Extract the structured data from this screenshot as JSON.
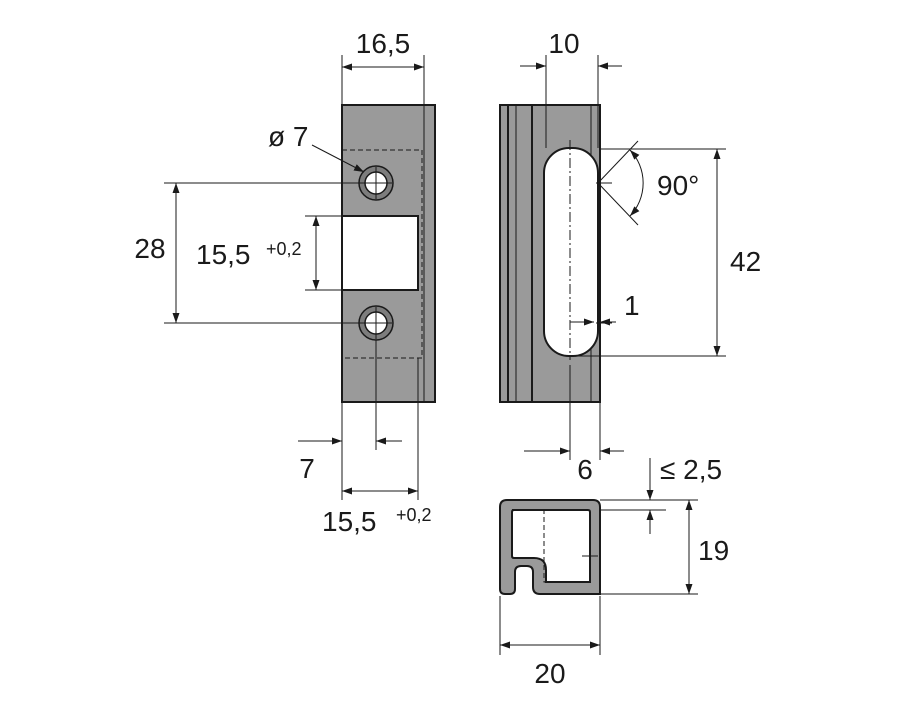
{
  "colors": {
    "body": "#9a9a9a",
    "line": "#1a1a1a",
    "background": "#ffffff"
  },
  "front_view": {
    "width_label": "16,5",
    "hole_diameter_label": "ø 7",
    "hole_spacing_label": "28",
    "opening_height_label": "15,5",
    "opening_height_tolerance": "+0,2",
    "hole_edge_offset_label": "7",
    "opening_width_label": "15,5",
    "opening_width_tolerance": "+0,2"
  },
  "side_view": {
    "width_label": "10",
    "angle_label": "90°",
    "slot_length_label": "42",
    "offset_label": "1",
    "slot_position_label": "6"
  },
  "section_view": {
    "wall_label": "≤ 2,5",
    "height_label": "19",
    "width_label": "20"
  }
}
